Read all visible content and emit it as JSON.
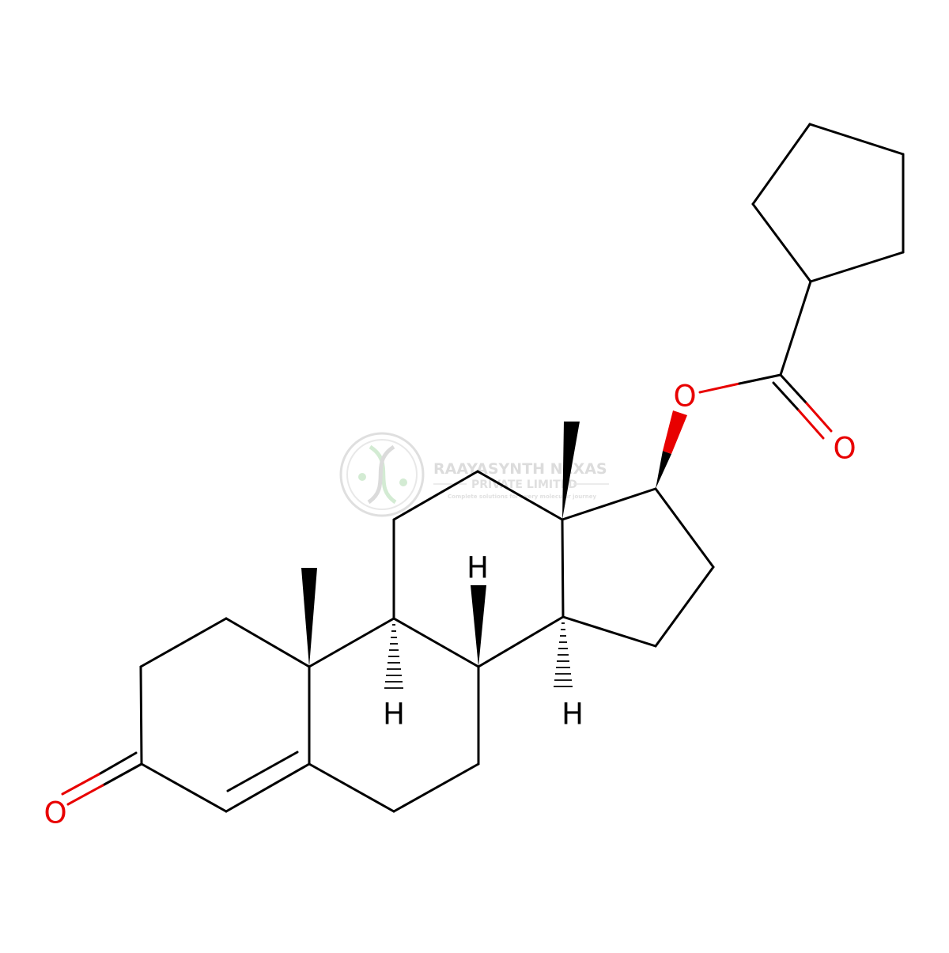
{
  "colors": {
    "bond": "#000000",
    "carbon": "#000000",
    "oxygen": "#e80000",
    "hydrogen": "#000000",
    "watermark": "#d9d9d9",
    "watermark_accent": "#c9e8c9"
  },
  "labels": {
    "o_ketone": "O",
    "o_ester": "O",
    "o_carbonyl": "O",
    "h_c8": "H",
    "h_c9": "H",
    "h_c14": "H"
  },
  "watermark": {
    "line1": "RAAYASYNTH NEXAS",
    "line2": "PRIVATE LIMITED",
    "line3": "Complete solutions for every molecular journey",
    "icon": "dna-helix-logo-icon"
  }
}
